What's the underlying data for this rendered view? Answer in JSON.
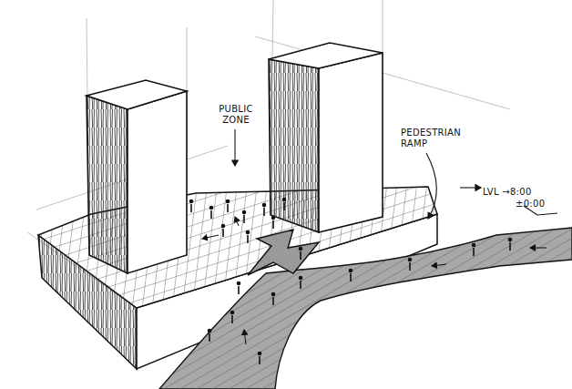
{
  "diagram": {
    "labels": [
      "PUBLIC ZONE",
      "PEDESTRIAN RAMP",
      "LVL →8:00",
      "±0:00"
    ]
  }
}
